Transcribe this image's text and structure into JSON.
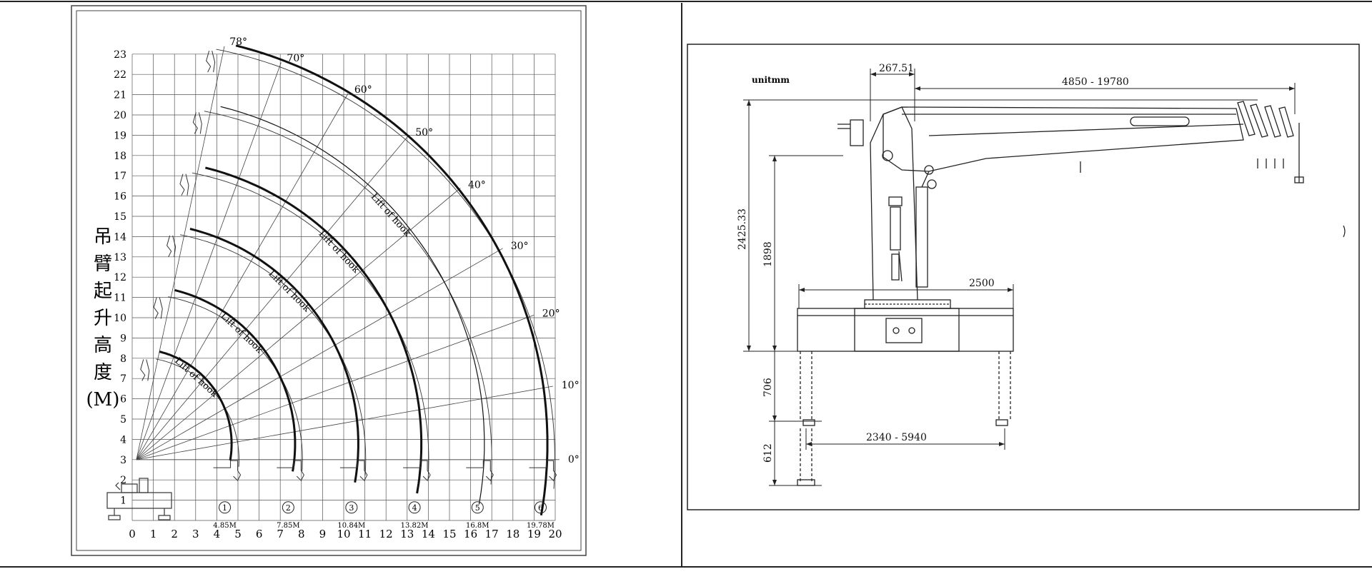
{
  "left_chart": {
    "y_axis_label_chars": [
      "吊",
      "臂",
      "起",
      "升",
      "高",
      "度",
      "(M)"
    ],
    "x_ticks": [
      "0",
      "1",
      "2",
      "3",
      "4",
      "5",
      "6",
      "7",
      "8",
      "9",
      "10",
      "11",
      "12",
      "13",
      "14",
      "15",
      "16",
      "17",
      "18",
      "19",
      "20"
    ],
    "y_ticks": [
      "1",
      "2",
      "3",
      "4",
      "5",
      "6",
      "7",
      "8",
      "9",
      "10",
      "11",
      "12",
      "13",
      "14",
      "15",
      "16",
      "17",
      "18",
      "19",
      "20",
      "21",
      "22",
      "23"
    ],
    "angle_labels": [
      "78°",
      "70°",
      "60°",
      "50°",
      "40°",
      "30°",
      "20°",
      "10°",
      "0°"
    ],
    "hook_label": "Lift of hook",
    "section_markers": [
      "1",
      "2",
      "3",
      "4",
      "5",
      "6"
    ],
    "radius_labels": [
      "4.85M",
      "7.85M",
      "10.84M",
      "13.82M",
      "16.8M",
      "19.78M"
    ]
  },
  "right_drawing": {
    "unit_label": "unitmm",
    "dimensions": {
      "top_small": "267.51",
      "boom_length": "4850  - 19780",
      "height_total": "2425.33",
      "height_column": "1898",
      "width_base": "2500",
      "outrigger_down": "706",
      "outrigger_lower": "612",
      "outrigger_span": "2340 - 5940"
    }
  },
  "colors": {
    "line": "#111111",
    "thin": "#333333",
    "grid": "#555555",
    "background": "#ffffff"
  }
}
